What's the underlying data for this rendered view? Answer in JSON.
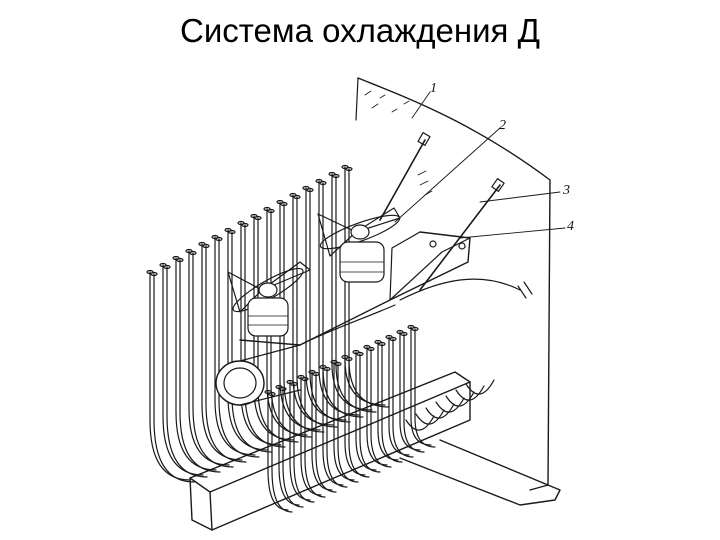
{
  "slide": {
    "title": "Система охлаждения Д"
  },
  "diagram": {
    "callouts": [
      "1",
      "2",
      "3",
      "4"
    ],
    "colors": {
      "ink": "#1a1a1a",
      "background": "#ffffff"
    }
  }
}
